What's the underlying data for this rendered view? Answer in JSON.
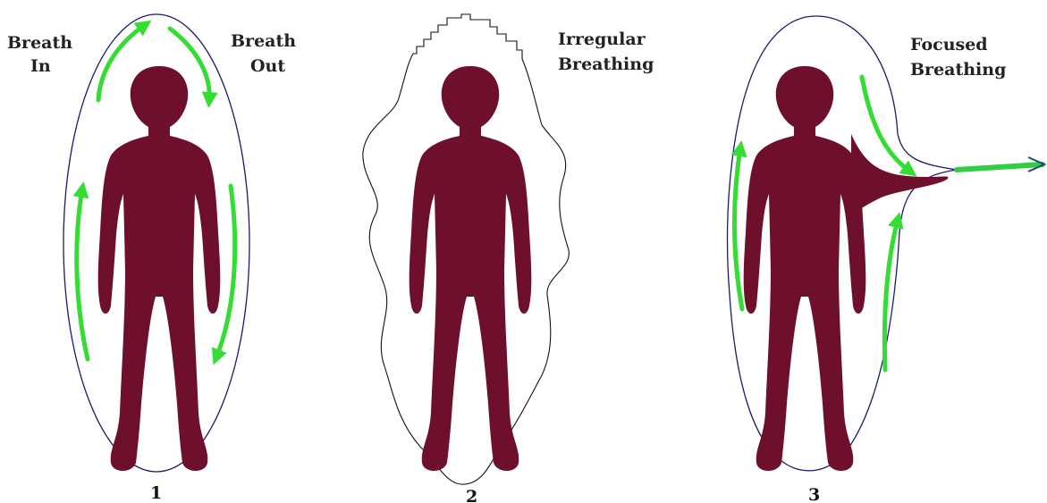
{
  "colors": {
    "background": "#ffffff",
    "body": "#6e0f2c",
    "arrow": "#33dd33",
    "outline": "#1a1a6e",
    "outline_irregular": "#111111",
    "text": "#222222"
  },
  "panels": [
    {
      "number": "1",
      "labels": {
        "left_line1": "Breath",
        "left_line2": "In",
        "right_line1": "Breath",
        "right_line2": "Out"
      }
    },
    {
      "number": "2",
      "labels": {
        "line1": "Irregular",
        "line2": "Breathing"
      }
    },
    {
      "number": "3",
      "labels": {
        "line1": "Focused",
        "line2": "Breathing"
      }
    }
  ]
}
